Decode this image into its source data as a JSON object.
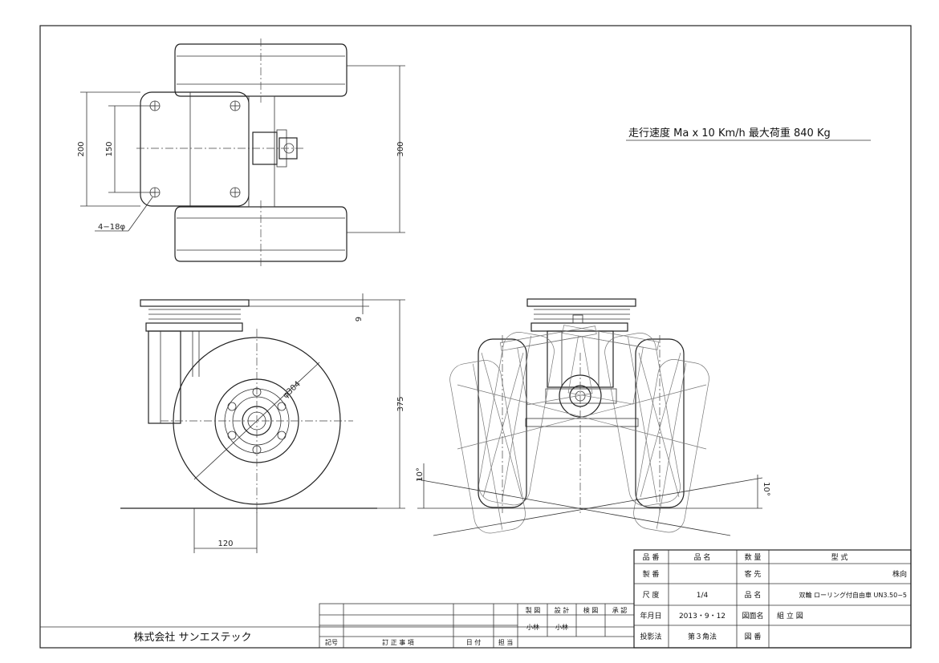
{
  "drawing": {
    "spec_line": "走行速度 Ma x 10 Km/h  最大荷重  840  Kg",
    "dimensions": {
      "top_height": "200",
      "top_bolt_pitch": "150",
      "top_overall": "300",
      "hole_note": "4−18φ",
      "side_plate_thickness": "9",
      "side_height": "375",
      "wheel_diameter": "φ304",
      "side_offset": "120",
      "angle_left": "10°",
      "angle_right": "10°"
    }
  },
  "revision_block": {
    "headers": [
      "記号",
      "訂 正 事 項",
      "日 付",
      "担 当"
    ],
    "approval_headers": [
      "製 図",
      "設 計",
      "検 図",
      "承 認"
    ],
    "approvers": [
      "小林",
      "小林",
      "",
      ""
    ]
  },
  "company": "株式会社  サンエステック",
  "title_block": {
    "row1": {
      "l1": "品 番",
      "v1": "品   名",
      "l2": "数 量",
      "v2": "型     式"
    },
    "row2": {
      "l1": "製 番",
      "v1": "",
      "l2": "客 先",
      "v2": "株向"
    },
    "row3": {
      "l1": "尺 度",
      "v1": "1/4",
      "l2": "品 名",
      "v2": "双輪 ローリング付自由車  UN3.50−5"
    },
    "row4": {
      "l1": "年月日",
      "v1": "2013・9・12",
      "l2": "図面名",
      "v2": "組 立 図"
    },
    "row5": {
      "l1": "投影法",
      "v1": "第３角法",
      "l2": "図 番",
      "v2": ""
    }
  }
}
